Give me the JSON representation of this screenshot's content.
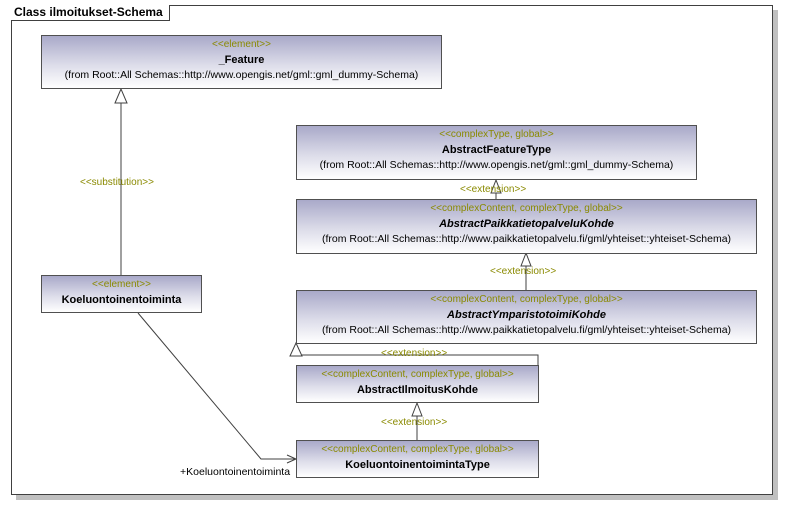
{
  "frame": {
    "title": "Class ilmoitukset-Schema"
  },
  "classes": {
    "feature": {
      "stereotype": "<<element>>",
      "name": "_Feature",
      "from": "(from Root::All Schemas::http://www.opengis.net/gml::gml_dummy-Schema)"
    },
    "abstract_feature_type": {
      "stereotype": "<<complexType, global>>",
      "name": "AbstractFeatureType",
      "from": "(from Root::All Schemas::http://www.opengis.net/gml::gml_dummy-Schema)"
    },
    "abstract_paikkatietopalvelu_kohde": {
      "stereotype": "<<complexContent, complexType, global>>",
      "name": "AbstractPaikkatietopalveluKohde",
      "from": "(from Root::All Schemas::http://www.paikkatietopalvelu.fi/gml/yhteiset::yhteiset-Schema)"
    },
    "abstract_ymparistotoimi_kohde": {
      "stereotype": "<<complexContent, complexType, global>>",
      "name": "AbstractYmparistotoimiKohde",
      "from": "(from Root::All Schemas::http://www.paikkatietopalvelu.fi/gml/yhteiset::yhteiset-Schema)"
    },
    "abstract_ilmoitus_kohde": {
      "stereotype": "<<complexContent, complexType, global>>",
      "name": "AbstractIlmoitusKohde"
    },
    "koeluontoinentoiminta_type": {
      "stereotype": "<<complexContent, complexType, global>>",
      "name": "KoeluontoinentoimintaType"
    },
    "koeluontoinentoiminta": {
      "stereotype": "<<element>>",
      "name": "Koeluontoinentoiminta"
    }
  },
  "links": {
    "substitution_label": "<<substitution>>",
    "extension_label": "<<extension>>",
    "association_role": "+Koeluontoinentoiminta"
  }
}
